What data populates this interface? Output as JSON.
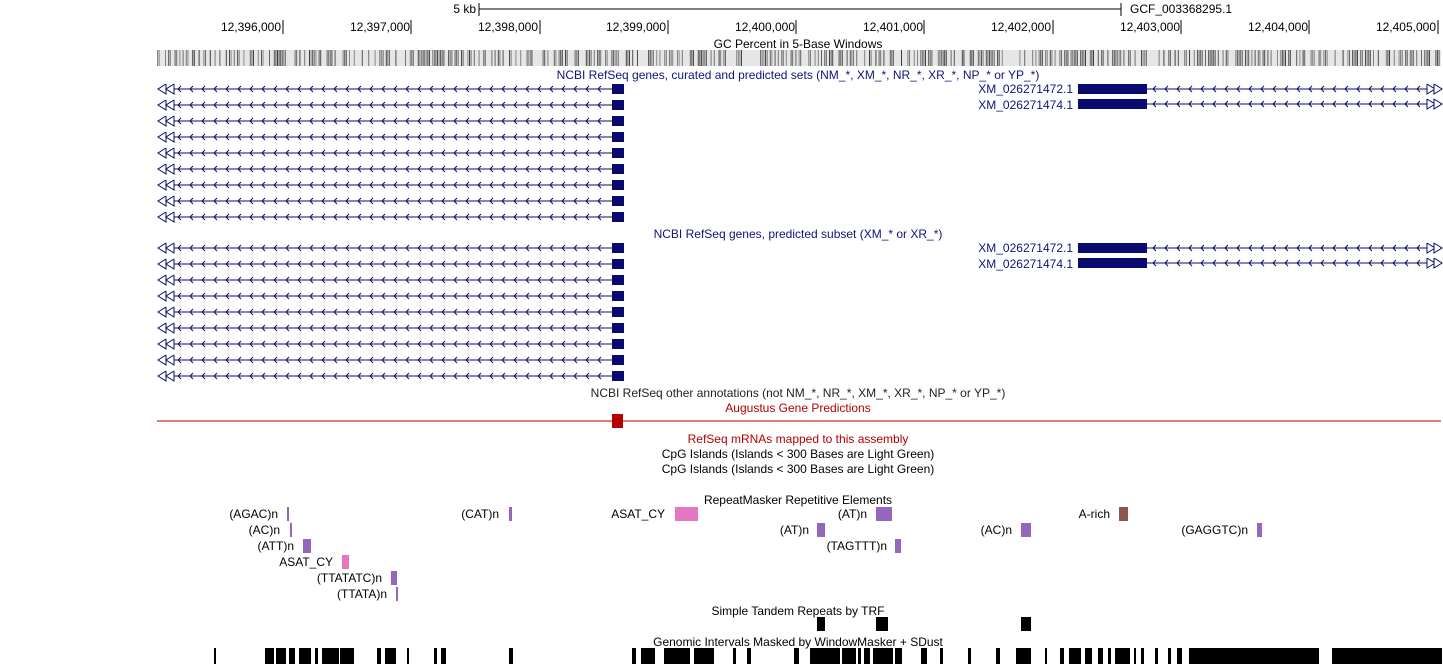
{
  "scale": {
    "label": "5 kb",
    "assembly": "GCF_003368295.1"
  },
  "ruler": {
    "positions": [
      "12,396,000",
      "12,397,000",
      "12,398,000",
      "12,399,000",
      "12,400,000",
      "12,401,000",
      "12,402,000",
      "12,403,000",
      "12,404,000",
      "12,405,000"
    ]
  },
  "tracks": {
    "gc_percent": "GC Percent in 5-Base Windows",
    "refseq_curated": "NCBI RefSeq genes, curated and predicted sets (NM_*, XM_*, NR_*, XR_*, NP_* or YP_*)",
    "refseq_predicted": "NCBI RefSeq genes, predicted subset (XM_* or XR_*)",
    "refseq_other": "NCBI RefSeq other annotations (not NM_*, NR_*, XM_*, XR_*, NP_* or YP_*)",
    "augustus": "Augustus Gene Predictions",
    "refseq_mrna": "RefSeq mRNAs mapped to this assembly",
    "cpg1": "CpG Islands (Islands < 300 Bases are Light Green)",
    "cpg2": "CpG Islands (Islands < 300 Bases are Light Green)",
    "repeatmasker": "RepeatMasker Repetitive Elements",
    "simple_repeats": "Simple Tandem Repeats by TRF",
    "windowmasker": "Genomic Intervals Masked by WindowMasker + SDust"
  },
  "genes": {
    "curated_1": "XM_026271472.1",
    "curated_2": "XM_026271474.1",
    "predicted_1": "XM_026271472.1",
    "predicted_2": "XM_026271474.1"
  },
  "repeats": {
    "agac": "(AGAC)n",
    "ac1": "(AC)n",
    "att": "(ATT)n",
    "asat1": "ASAT_CY",
    "ttatatc": "(TTATATC)n",
    "ttata": "(TTATA)n",
    "cat": "(CAT)n",
    "asat2": "ASAT_CY",
    "at1": "(AT)n",
    "at2": "(AT)n",
    "tagttt": "(TAGTTT)n",
    "ac2": "(AC)n",
    "arich": "A-rich",
    "gaggtc": "(GAGGTC)n"
  },
  "colors": {
    "gene": "#0a0a6e",
    "gene_label": "#12127c",
    "augustus": "#b40000",
    "repeat_purple": "#9467bd",
    "repeat_pink": "#e377c2",
    "repeat_brown": "#8c564b"
  }
}
